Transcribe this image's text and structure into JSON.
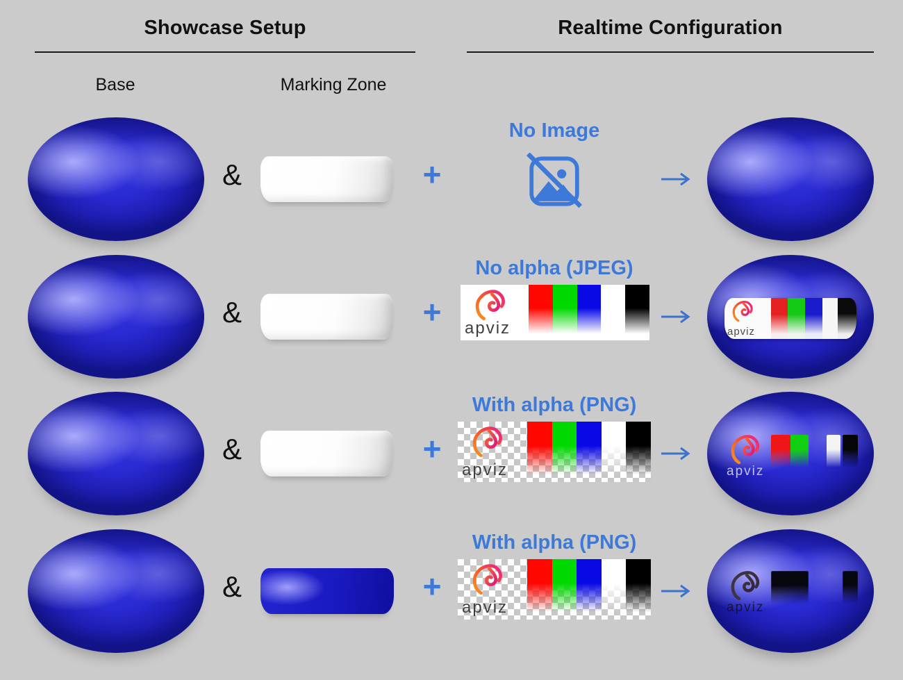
{
  "titles": {
    "showcase": "Showcase Setup",
    "realtime": "Realtime Configuration"
  },
  "columns": {
    "base": "Base",
    "marking": "Marking Zone"
  },
  "symbols": {
    "and": "&",
    "plus": "+"
  },
  "brand": {
    "name": "apviz"
  },
  "rows": [
    {
      "config_label": "No Image",
      "image_type": "none",
      "marking_zone": "white"
    },
    {
      "config_label": "No alpha (JPEG)",
      "image_type": "jpeg-white-bg",
      "marking_zone": "white"
    },
    {
      "config_label": "With alpha (PNG)",
      "image_type": "png-transparency",
      "marking_zone": "white"
    },
    {
      "config_label": "With alpha (PNG)",
      "image_type": "png-transparency",
      "marking_zone": "blue"
    }
  ],
  "icons": {
    "no_image": "no-image-icon",
    "arrow": "right-arrow-icon"
  },
  "colors": {
    "background": "#cbcbcb",
    "accent_blue": "#3d79d8",
    "heading_text": "#111111",
    "sphere_blue": "#2a2ad2",
    "band_white": "#ffffff",
    "band_blue": "#1a1ac2",
    "bar_red": "#ff0700",
    "bar_green": "#00d900",
    "bar_blue": "#0909e6",
    "bar_white": "#ffffff",
    "bar_black": "#000000",
    "checker_gray": "#c7c7c7",
    "logo_orange": "#f7931e",
    "logo_magenta": "#ec1c8d",
    "logo_text_gray": "#3f3f3f"
  }
}
